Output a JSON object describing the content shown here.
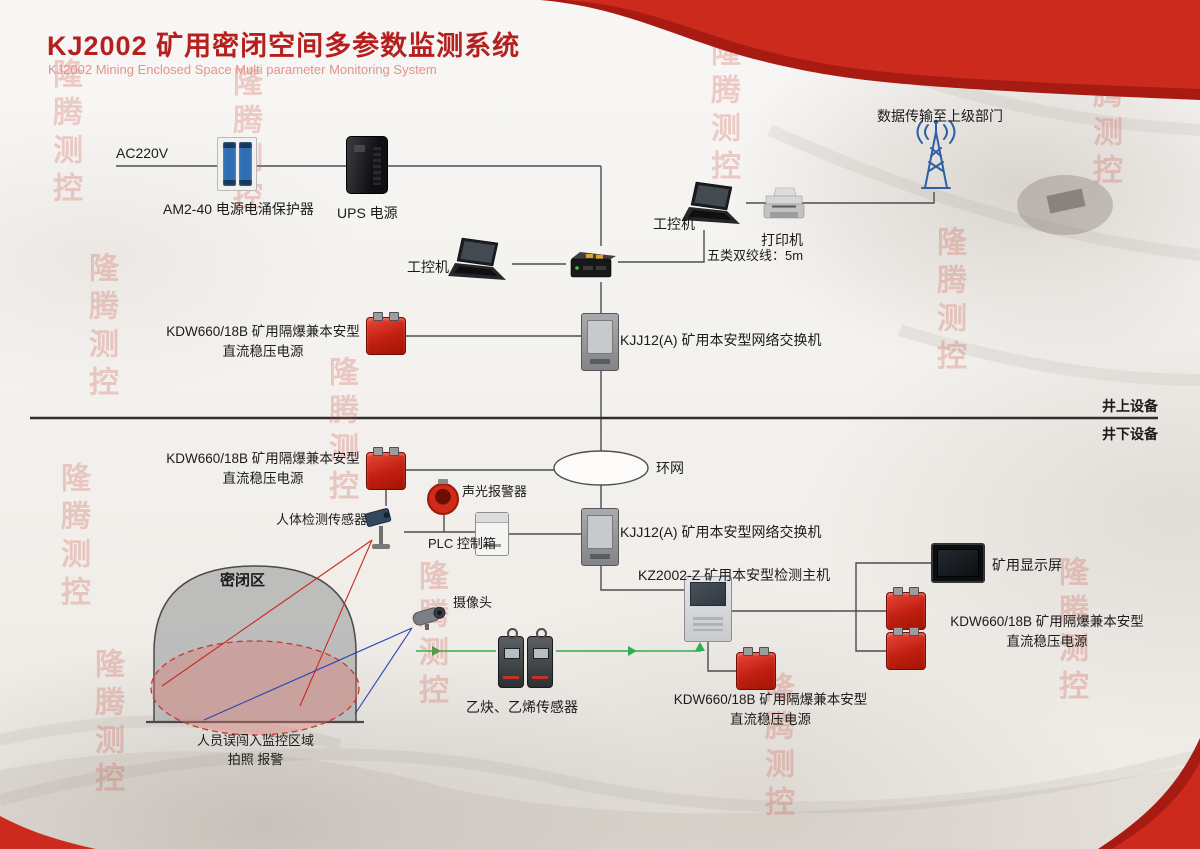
{
  "header": {
    "title": "KJ2002 矿用密闭空间多参数监测系统",
    "subtitle": "KJ2002 Mining Enclosed Space Multi parameter Monitoring System"
  },
  "watermark": "隆腾测控",
  "zones": {
    "above": "井上设备",
    "below": "井下设备"
  },
  "labels": {
    "ac_power": "AC220V",
    "surge_protector": "AM2-40 电源电涌保护器",
    "ups": "UPS 电源",
    "ipc_left": "工控机",
    "ipc_right": "工控机",
    "printer": "打印机",
    "cat5": "五类双绞线：5m",
    "data_upload": "数据传输至上级部门",
    "kdw_line1": "KDW660/18B 矿用隔爆兼本安型",
    "kdw_line2": "直流稳压电源",
    "switch_top": "KJJ12(A) 矿用本安型网络交换机",
    "switch_bottom": "KJJ12(A) 矿用本安型网络交换机",
    "ring_network": "环网",
    "alarm": "声光报警器",
    "human_sensor": "人体检测传感器",
    "plc": "PLC 控制箱",
    "host": "KZ2002-Z 矿用本安型检测主机",
    "display": "矿用显示屏",
    "camera": "摄像头",
    "gas_sensor": "乙炔、乙烯传感器",
    "enclosed_area": "密闭区",
    "intrusion_line1": "人员误闯入监控区域",
    "intrusion_line2": "拍照 报警"
  },
  "colors": {
    "brand_red": "#c9271e",
    "device_red": "#c01f10",
    "wire": "#4d4d4d",
    "green_wire": "#2fae52",
    "device_blue": "#2e5fa7"
  }
}
